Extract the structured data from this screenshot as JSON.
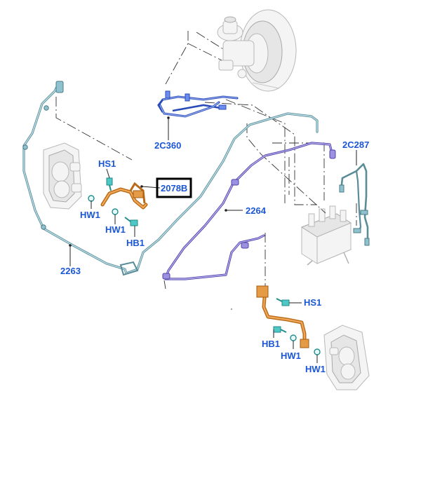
{
  "colors": {
    "label": "#1a56d6",
    "highlight_box": "#000000",
    "pipe_cyan": "#7fb8c6",
    "pipe_purple": "#7b6fc9",
    "pipe_blue": "#3f63d9",
    "pipe_orange": "#d98a2b",
    "fastener": "#4fc7c4"
  },
  "labels": {
    "hs1_left": "HS1",
    "part_2078b": "2078B",
    "hw1_left_a": "HW1",
    "hw1_left_b": "HW1",
    "hb1_left": "HB1",
    "part_2c360": "2C360",
    "part_2c287": "2C287",
    "part_2264": "2264",
    "part_2263": "2263",
    "hs1_right": "HS1",
    "hb1_right": "HB1",
    "hw1_right_a": "HW1",
    "hw1_right_b": "HW1"
  },
  "highlighted_part": "2078B",
  "icons": {
    "brake_booster": "brake-booster-icon",
    "left_caliper": "left-brake-caliper-icon",
    "right_caliper": "right-brake-caliper-icon",
    "abs_module": "abs-module-icon"
  }
}
